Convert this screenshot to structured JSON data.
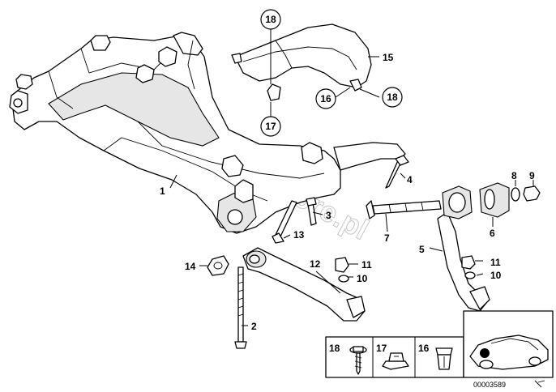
{
  "watermark": "www.BMWstore.pl",
  "diagram_id": "00003589",
  "callouts": {
    "c1": "1",
    "c2": "2",
    "c3": "3",
    "c4": "4",
    "c5": "5",
    "c6": "6",
    "c7": "7",
    "c8": "8",
    "c9": "9",
    "c10a": "10",
    "c10b": "10",
    "c11a": "11",
    "c11b": "11",
    "c12": "12",
    "c13": "13",
    "c14": "14",
    "c15": "15",
    "c16": "16",
    "c17": "17",
    "c18a": "18",
    "c18b": "18"
  },
  "legend_box": {
    "l18": "18",
    "l17": "17",
    "l16": "16"
  }
}
